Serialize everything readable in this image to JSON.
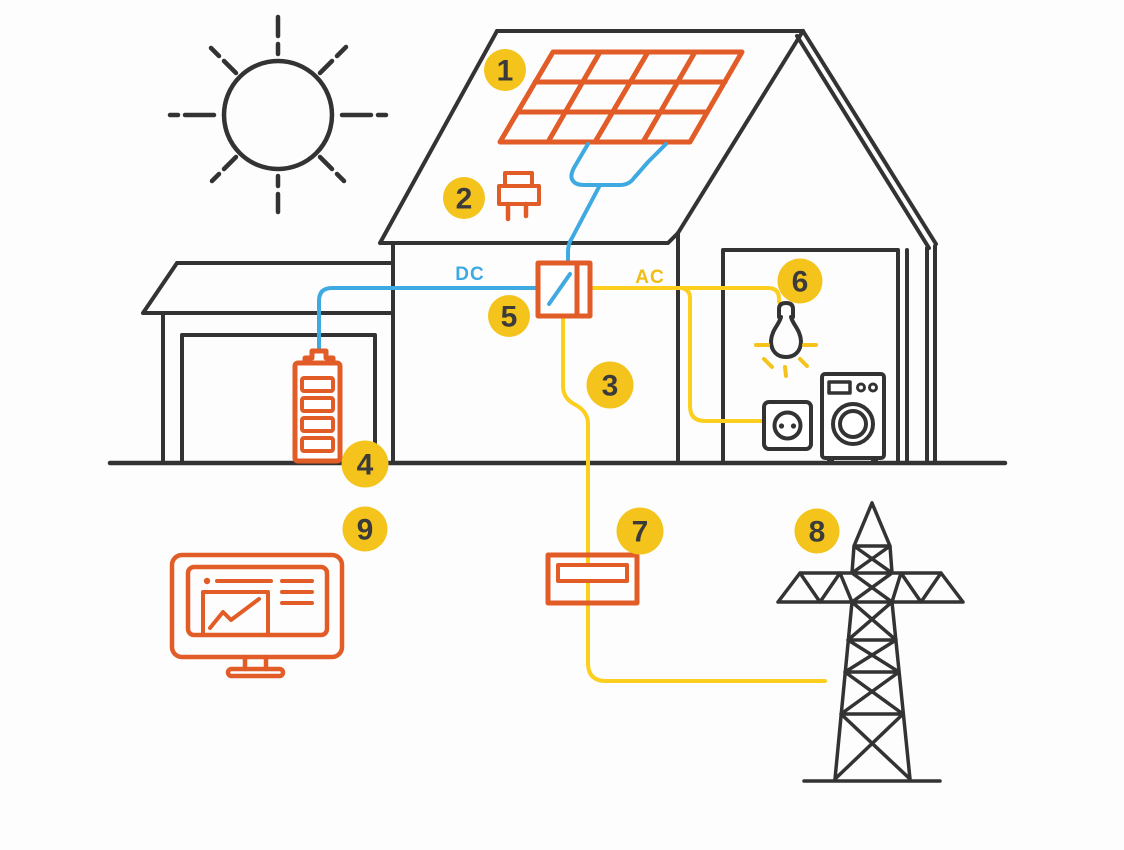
{
  "diagram_title": "solar-home-energy-system",
  "colors": {
    "outline": "#333333",
    "orange": "#E25C28",
    "badge_yellow": "#F4C41C",
    "wire_yellow": "#FCCE1E",
    "blue": "#3FA9E1",
    "badge_text": "#3B3B3B",
    "ac_text": "#F1BC13",
    "background": "#FDFDFD"
  },
  "wires": {
    "dc_label": "DC",
    "ac_label": "AC"
  },
  "badges": {
    "b1": "1",
    "b2": "2",
    "b3": "3",
    "b4": "4",
    "b5": "5",
    "b6": "6",
    "b7": "7",
    "b8": "8",
    "b9": "9"
  },
  "icons": [
    "sun-icon",
    "solar-panel-icon",
    "connector-plug-icon",
    "battery-icon",
    "inverter-icon",
    "lightbulb-icon",
    "power-outlet-icon",
    "washing-machine-icon",
    "electricity-meter-icon",
    "transmission-tower-icon",
    "monitoring-screen-icon"
  ]
}
